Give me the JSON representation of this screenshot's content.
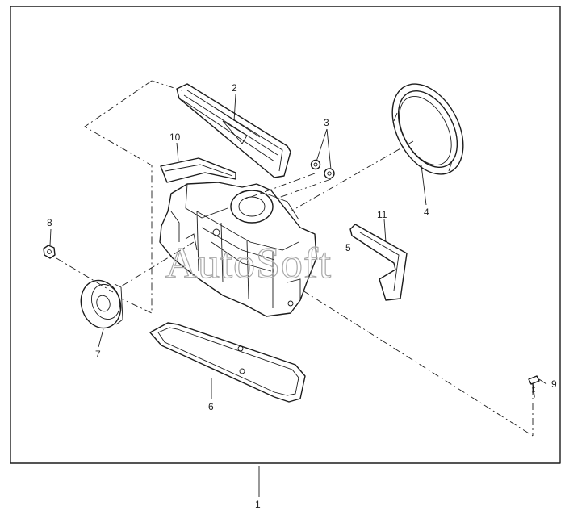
{
  "diagram": {
    "watermark": "AutoSoft",
    "callouts": {
      "c1": "1",
      "c2": "2",
      "c3": "3",
      "c4": "4",
      "c5": "5",
      "c6": "6",
      "c7": "7",
      "c8": "8",
      "c9": "9",
      "c10": "10",
      "c11": "11"
    }
  }
}
